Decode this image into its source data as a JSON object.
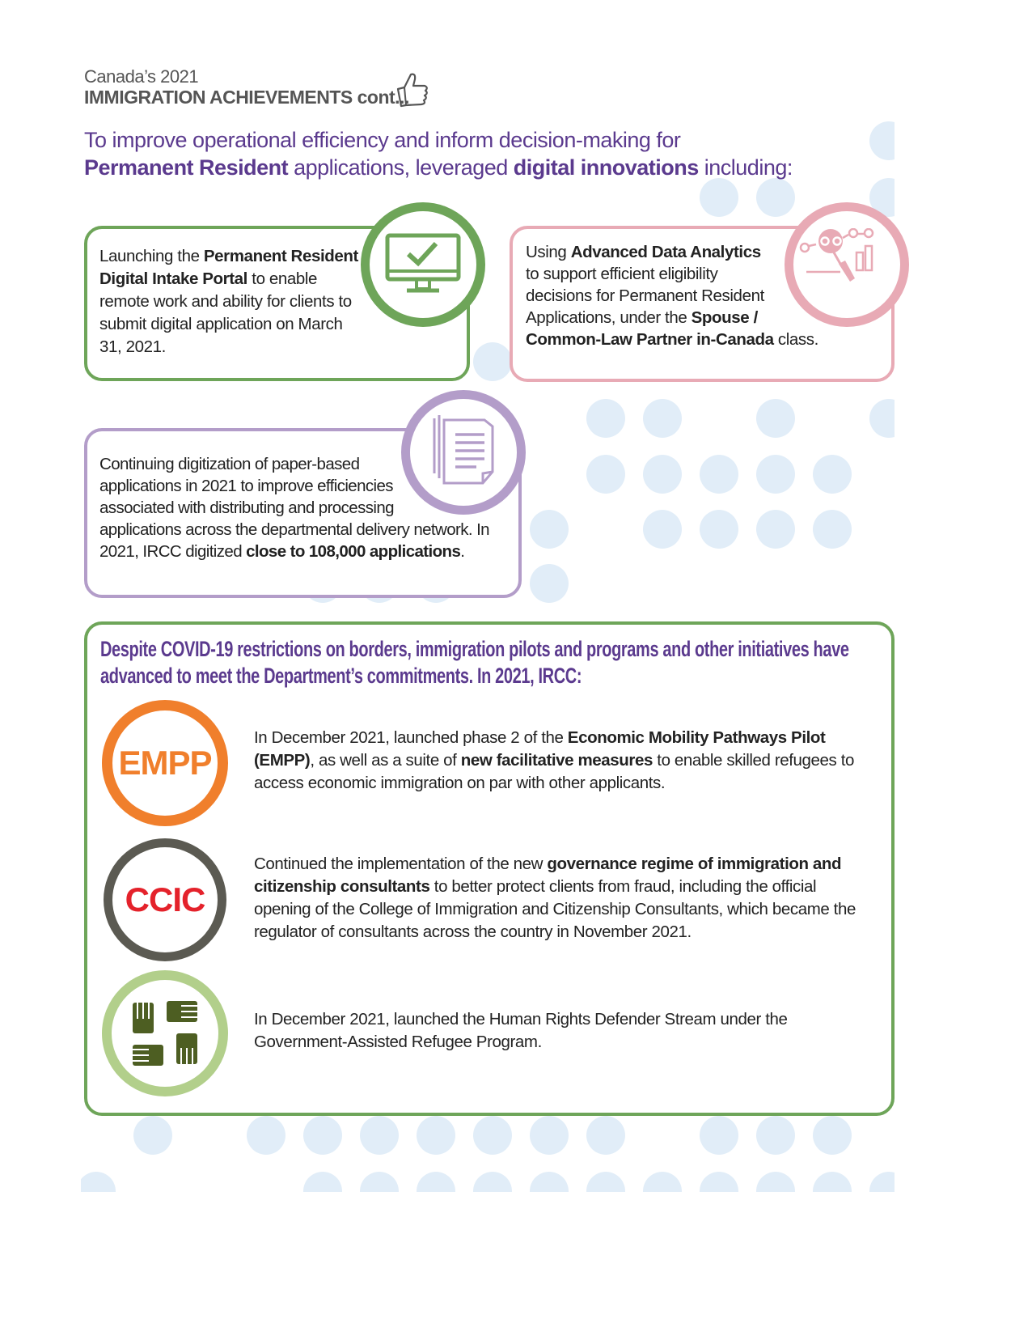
{
  "header": {
    "line1": "Canada’s 2021",
    "line2": "IMMIGRATION ACHIEVEMENTS cont...",
    "icon": "thumbs-up-icon"
  },
  "intro": {
    "part1": "To improve operational efficiency and inform decision-making for ",
    "bold1": "Permanent Resident",
    "part2": " applications, leveraged ",
    "bold2": "digital innovations",
    "part3": " including:"
  },
  "cards": [
    {
      "icon": "monitor-checkmark-icon",
      "color": "#6ea559",
      "t1": "Launching the ",
      "b1": "Permanent Resident Digital Intake Portal",
      "t2": " to enable remote work and ability for clients to submit digital application on March 31, 2021."
    },
    {
      "icon": "data-analytics-magnifier-icon",
      "color": "#e8aab5",
      "t0": "Using ",
      "b1": "Advanced Data Analytics",
      "t1": " to support efficient eligibility decisions for Permanent Resident Applications, under the ",
      "b2": "Spouse / Common-Law Partner in-Canada",
      "t2": " class."
    },
    {
      "icon": "documents-stack-icon",
      "color": "#b39dc9",
      "t1": "Continuing digitization of paper-based applications in 2021 to improve efficiencies associated with distributing and processing applications across the departmental delivery network. In 2021, IRCC digitized ",
      "b1": "close to 108,000 applications",
      "t2": "."
    }
  ],
  "covid": {
    "title": "Despite COVID-19 restrictions on borders, immigration pilots and programs and other initiatives have advanced to meet the Department’s commitments. In 2021, IRCC:",
    "border_color": "#6ea559",
    "items": [
      {
        "badge": "EMPP",
        "ring_color": "#f07f2c",
        "text_color": "#f07f2c",
        "t1": "In December 2021, launched phase 2 of the ",
        "b1": "Economic Mobility Pathways Pilot (EMPP)",
        "t2": ", as well as a suite of ",
        "b2": "new facilitative measures",
        "t3": " to enable skilled refugees to access economic immigration on par with other applicants."
      },
      {
        "badge": "CCIC",
        "ring_color": "#5b5a52",
        "text_color": "#e4222b",
        "t1": "Continued the implementation of the new ",
        "b1": "governance regime of immigration and citizenship consultants",
        "t2": " to better protect clients from fraud, including the official opening of the College of Immigration and Citizenship Consultants, which became the regulator of consultants across the country in November 2021."
      },
      {
        "icon": "clasped-hands-icon",
        "ring_color": "#b2cf8b",
        "t1": "In December 2021, launched the Human Rights Defender Stream under the Government-Assisted Refugee Program."
      }
    ]
  },
  "colors": {
    "accent_purple": "#5b3a8e",
    "dot_blue": "#e1edf8",
    "heading_gray": "#555555"
  }
}
